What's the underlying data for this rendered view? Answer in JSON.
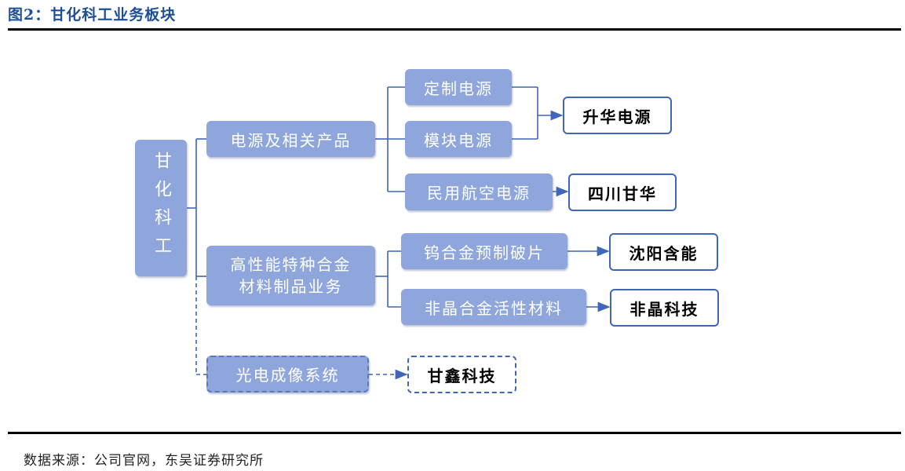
{
  "header": {
    "title": "图2：甘化科工业务板块"
  },
  "footer": {
    "source": "数据来源：公司官网，东吴证券研究所"
  },
  "diagram": {
    "root": "甘化科工",
    "segments": {
      "power": "电源及相关产品",
      "alloy_line1": "高性能特种合金",
      "alloy_line2": "材料制品业务",
      "optic": "光电成像系统"
    },
    "products": {
      "custom_power": "定制电源",
      "module_power": "模块电源",
      "aviation_power": "民用航空电源",
      "tungsten": "钨合金预制破片",
      "amorphous": "非晶合金活性材料"
    },
    "companies": {
      "shenghua": "升华电源",
      "sichuan": "四川甘华",
      "shenyang": "沈阳含能",
      "feijing": "非晶科技",
      "ganxin": "甘鑫科技"
    },
    "colors": {
      "box_fill": "#8ea6dc",
      "line": "#3f66b8",
      "title": "#1f4e96"
    }
  }
}
